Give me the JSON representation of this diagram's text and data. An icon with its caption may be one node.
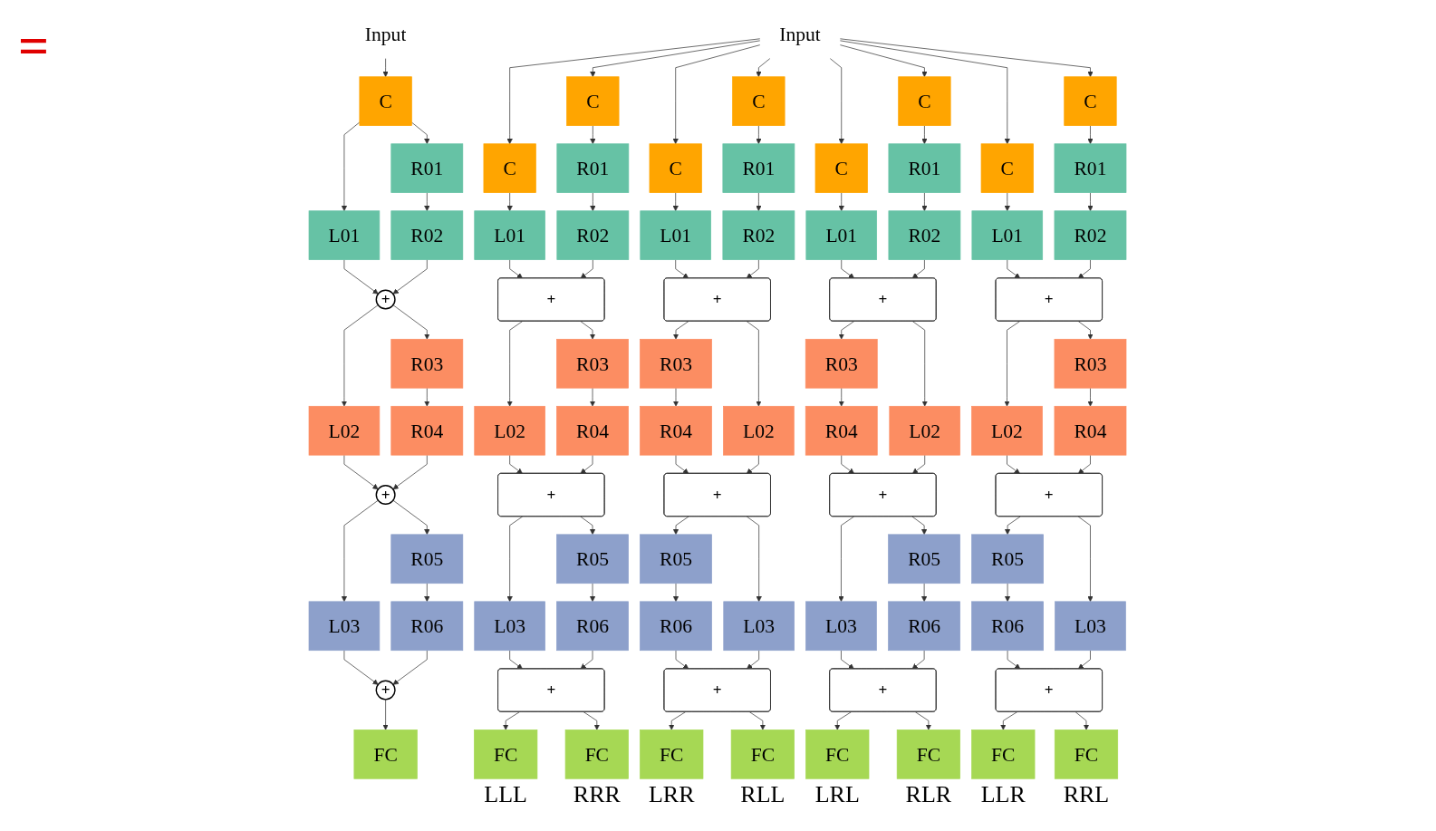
{
  "diagram": {
    "nodes": [
      {
        "text": [
          "Input"
        ]
      },
      {
        "text": [
          "C"
        ]
      },
      {
        "text": [
          "L01"
        ]
      },
      {
        "text": [
          "R01"
        ]
      },
      {
        "text": [
          "R02"
        ]
      },
      {
        "text": [
          "+"
        ]
      },
      {
        "text": [
          "L02"
        ]
      },
      {
        "text": [
          "R03"
        ]
      },
      {
        "text": [
          "R04"
        ]
      },
      {
        "text": [
          "+"
        ]
      },
      {
        "text": [
          "L03"
        ]
      },
      {
        "text": [
          "R05"
        ]
      },
      {
        "text": [
          "R06"
        ]
      },
      {
        "text": [
          "+"
        ]
      },
      {
        "text": [
          "FC"
        ]
      },
      {
        "text": [
          "Input"
        ]
      },
      {
        "text": [
          "C"
        ]
      },
      {
        "text": [
          "C"
        ]
      },
      {
        "text": [
          "C"
        ]
      },
      {
        "text": [
          "C"
        ]
      },
      {
        "text": [
          "C"
        ]
      },
      {
        "text": [
          "C"
        ]
      },
      {
        "text": [
          "C"
        ]
      },
      {
        "text": [
          "C"
        ]
      },
      {
        "text": [
          "L01"
        ]
      },
      {
        "text": [
          "R01"
        ]
      },
      {
        "text": [
          "L01"
        ]
      },
      {
        "text": [
          "R01"
        ]
      },
      {
        "text": [
          "L01"
        ]
      },
      {
        "text": [
          "R01"
        ]
      },
      {
        "text": [
          "L01"
        ]
      },
      {
        "text": [
          "R01"
        ]
      },
      {
        "text": [
          "R02"
        ]
      },
      {
        "text": [
          "R02"
        ]
      },
      {
        "text": [
          "R02"
        ]
      },
      {
        "text": [
          "R02"
        ]
      },
      {
        "text": [
          "+"
        ]
      },
      {
        "text": [
          "+"
        ]
      },
      {
        "text": [
          "+"
        ]
      },
      {
        "text": [
          "+"
        ]
      },
      {
        "text": [
          "L02"
        ]
      },
      {
        "text": [
          "R03"
        ]
      },
      {
        "text": [
          "R03"
        ]
      },
      {
        "text": [
          "L02"
        ]
      },
      {
        "text": [
          "R03"
        ]
      },
      {
        "text": [
          "L02"
        ]
      },
      {
        "text": [
          "L02"
        ]
      },
      {
        "text": [
          "R03"
        ]
      },
      {
        "text": [
          "R04"
        ]
      },
      {
        "text": [
          "R04"
        ]
      },
      {
        "text": [
          "R04"
        ]
      },
      {
        "text": [
          "R04"
        ]
      },
      {
        "text": [
          "+"
        ]
      },
      {
        "text": [
          "+"
        ]
      },
      {
        "text": [
          "+"
        ]
      },
      {
        "text": [
          "+"
        ]
      },
      {
        "text": [
          "L03"
        ]
      },
      {
        "text": [
          "R05"
        ]
      },
      {
        "text": [
          "R05"
        ]
      },
      {
        "text": [
          "L03"
        ]
      },
      {
        "text": [
          "L03"
        ]
      },
      {
        "text": [
          "R05"
        ]
      },
      {
        "text": [
          "R05"
        ]
      },
      {
        "text": [
          "L03"
        ]
      },
      {
        "text": [
          "R06"
        ]
      },
      {
        "text": [
          "R06"
        ]
      },
      {
        "text": [
          "R06"
        ]
      },
      {
        "text": [
          "R06"
        ]
      },
      {
        "text": [
          "+"
        ]
      },
      {
        "text": [
          "+"
        ]
      },
      {
        "text": [
          "+"
        ]
      },
      {
        "text": [
          "+"
        ]
      },
      {
        "text": [
          "FC"
        ],
        "beside": [
          "LLL"
        ]
      },
      {
        "text": [
          "FC"
        ],
        "beside": [
          "RRR"
        ]
      },
      {
        "text": [
          "FC"
        ],
        "beside": [
          "LRR"
        ]
      },
      {
        "text": [
          "FC"
        ],
        "beside": [
          "RLL"
        ]
      },
      {
        "text": [
          "FC"
        ],
        "beside": [
          "LRL"
        ]
      },
      {
        "text": [
          "FC"
        ],
        "beside": [
          "RLR"
        ]
      },
      {
        "text": [
          "FC"
        ],
        "beside": [
          "LLR"
        ]
      },
      {
        "text": [
          "FC"
        ],
        "beside": [
          "RRL"
        ]
      }
    ],
    "edges": [
      {
        "from": 0,
        "to": 1,
        "arrow": "to"
      },
      {
        "from": 1,
        "to": 2,
        "arrow": "to"
      },
      {
        "from": 1,
        "to": 3,
        "arrow": "to"
      },
      {
        "from": 3,
        "to": 4,
        "arrow": "to"
      },
      {
        "from": 2,
        "to": 5,
        "arrow": "to"
      },
      {
        "from": 4,
        "to": 5,
        "arrow": "to"
      },
      {
        "from": 5,
        "to": 6,
        "arrow": "to"
      },
      {
        "from": 5,
        "to": 7,
        "arrow": "to"
      },
      {
        "from": 7,
        "to": 8,
        "arrow": "to"
      },
      {
        "from": 6,
        "to": 9,
        "arrow": "to"
      },
      {
        "from": 8,
        "to": 9,
        "arrow": "to"
      },
      {
        "from": 9,
        "to": 10,
        "arrow": "to"
      },
      {
        "from": 9,
        "to": 11,
        "arrow": "to"
      },
      {
        "from": 11,
        "to": 12,
        "arrow": "to"
      },
      {
        "from": 10,
        "to": 13,
        "arrow": "to"
      },
      {
        "from": 12,
        "to": 13,
        "arrow": "to"
      },
      {
        "from": 13,
        "to": 14,
        "arrow": "to"
      },
      {
        "from": 15,
        "to": 16,
        "arrow": "to"
      },
      {
        "from": 15,
        "to": 17,
        "arrow": "to"
      },
      {
        "from": 15,
        "to": 18,
        "arrow": "to"
      },
      {
        "from": 15,
        "to": 19,
        "arrow": "to"
      },
      {
        "from": 15,
        "to": 20,
        "arrow": "to"
      },
      {
        "from": 15,
        "to": 21,
        "arrow": "to"
      },
      {
        "from": 15,
        "to": 22,
        "arrow": "to"
      },
      {
        "from": 15,
        "to": 23,
        "arrow": "to"
      },
      {
        "from": 16,
        "to": 24,
        "arrow": "to"
      },
      {
        "from": 24,
        "to": 36,
        "arrow": "to"
      },
      {
        "from": 36,
        "to": 40,
        "arrow": "to"
      },
      {
        "from": 40,
        "to": 52,
        "arrow": "to"
      },
      {
        "from": 52,
        "to": 56,
        "arrow": "to"
      },
      {
        "from": 56,
        "to": 68,
        "arrow": "to"
      },
      {
        "from": 68,
        "to": 72,
        "arrow": "to"
      },
      {
        "from": 17,
        "to": 25,
        "arrow": "to"
      },
      {
        "from": 25,
        "to": 32,
        "arrow": "to"
      },
      {
        "from": 32,
        "to": 36,
        "arrow": "to"
      },
      {
        "from": 36,
        "to": 41,
        "arrow": "to"
      },
      {
        "from": 41,
        "to": 48,
        "arrow": "to"
      },
      {
        "from": 48,
        "to": 52,
        "arrow": "to"
      },
      {
        "from": 52,
        "to": 57,
        "arrow": "to"
      },
      {
        "from": 57,
        "to": 64,
        "arrow": "to"
      },
      {
        "from": 64,
        "to": 68,
        "arrow": "to"
      },
      {
        "from": 68,
        "to": 73,
        "arrow": "to"
      },
      {
        "from": 18,
        "to": 26,
        "arrow": "to"
      },
      {
        "from": 26,
        "to": 37,
        "arrow": "to"
      },
      {
        "from": 37,
        "to": 42,
        "arrow": "to"
      },
      {
        "from": 42,
        "to": 49,
        "arrow": "to"
      },
      {
        "from": 49,
        "to": 53,
        "arrow": "to"
      },
      {
        "from": 53,
        "to": 58,
        "arrow": "to"
      },
      {
        "from": 58,
        "to": 65,
        "arrow": "to"
      },
      {
        "from": 65,
        "to": 69,
        "arrow": "to"
      },
      {
        "from": 69,
        "to": 74,
        "arrow": "to"
      },
      {
        "from": 19,
        "to": 27,
        "arrow": "to"
      },
      {
        "from": 27,
        "to": 33,
        "arrow": "to"
      },
      {
        "from": 33,
        "to": 37,
        "arrow": "to"
      },
      {
        "from": 37,
        "to": 43,
        "arrow": "to"
      },
      {
        "from": 43,
        "to": 53,
        "arrow": "to"
      },
      {
        "from": 53,
        "to": 59,
        "arrow": "to"
      },
      {
        "from": 59,
        "to": 69,
        "arrow": "to"
      },
      {
        "from": 69,
        "to": 75,
        "arrow": "to"
      },
      {
        "from": 20,
        "to": 28,
        "arrow": "to"
      },
      {
        "from": 28,
        "to": 38,
        "arrow": "to"
      },
      {
        "from": 38,
        "to": 44,
        "arrow": "to"
      },
      {
        "from": 44,
        "to": 50,
        "arrow": "to"
      },
      {
        "from": 50,
        "to": 54,
        "arrow": "to"
      },
      {
        "from": 54,
        "to": 60,
        "arrow": "to"
      },
      {
        "from": 60,
        "to": 70,
        "arrow": "to"
      },
      {
        "from": 70,
        "to": 76,
        "arrow": "to"
      },
      {
        "from": 21,
        "to": 29,
        "arrow": "to"
      },
      {
        "from": 29,
        "to": 34,
        "arrow": "to"
      },
      {
        "from": 34,
        "to": 38,
        "arrow": "to"
      },
      {
        "from": 38,
        "to": 45,
        "arrow": "to"
      },
      {
        "from": 45,
        "to": 54,
        "arrow": "to"
      },
      {
        "from": 54,
        "to": 61,
        "arrow": "to"
      },
      {
        "from": 61,
        "to": 66,
        "arrow": "to"
      },
      {
        "from": 66,
        "to": 70,
        "arrow": "to"
      },
      {
        "from": 70,
        "to": 77,
        "arrow": "to"
      },
      {
        "from": 22,
        "to": 30,
        "arrow": "to"
      },
      {
        "from": 30,
        "to": 39,
        "arrow": "to"
      },
      {
        "from": 39,
        "to": 46,
        "arrow": "to"
      },
      {
        "from": 46,
        "to": 55,
        "arrow": "to"
      },
      {
        "from": 55,
        "to": 62,
        "arrow": "to"
      },
      {
        "from": 62,
        "to": 67,
        "arrow": "to"
      },
      {
        "from": 67,
        "to": 71,
        "arrow": "to"
      },
      {
        "from": 71,
        "to": 78,
        "arrow": "to"
      },
      {
        "from": 23,
        "to": 31,
        "arrow": "to"
      },
      {
        "from": 31,
        "to": 35,
        "arrow": "to"
      },
      {
        "from": 35,
        "to": 39,
        "arrow": "to"
      },
      {
        "from": 39,
        "to": 47,
        "arrow": "to"
      },
      {
        "from": 47,
        "to": 51,
        "arrow": "to"
      },
      {
        "from": 51,
        "to": 55,
        "arrow": "to"
      },
      {
        "from": 55,
        "to": 63,
        "arrow": "to"
      },
      {
        "from": 63,
        "to": 71,
        "arrow": "to"
      },
      {
        "from": 71,
        "to": 79,
        "arrow": "to"
      }
    ],
    "labels": [
      "="
    ]
  }
}
